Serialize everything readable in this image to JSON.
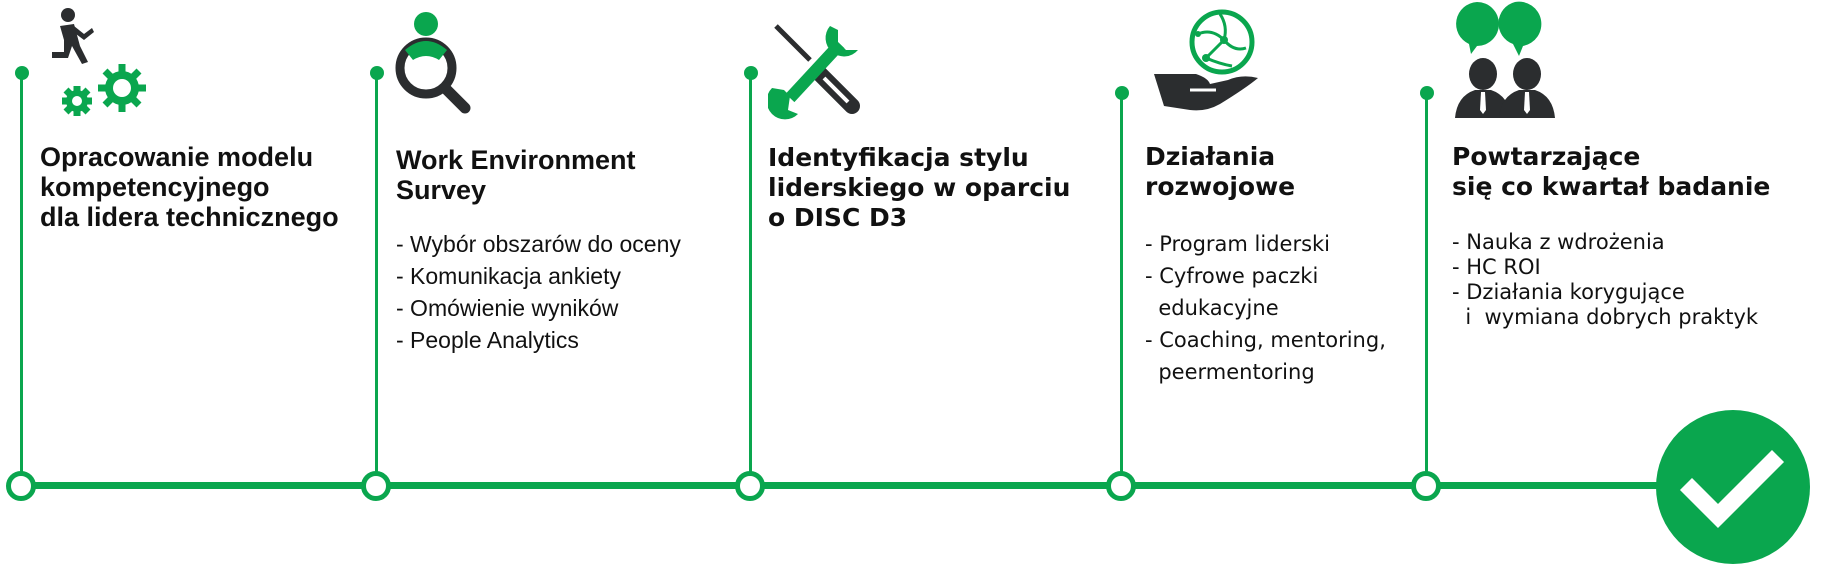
{
  "colors": {
    "accent": "#0aa64e",
    "dark": "#2b2d2f"
  },
  "steps": [
    {
      "icon": "runner-gears-icon",
      "title_lines": [
        "Opracowanie modelu",
        "kompetencyjnego",
        "dla lidera technicznego"
      ],
      "items": []
    },
    {
      "icon": "person-search-icon",
      "title_lines": [
        "Work Environment",
        "Survey"
      ],
      "items": [
        "- Wybór obszarów do oceny",
        "- Komunikacja ankiety",
        "- Omówienie wyników",
        "- People Analytics"
      ]
    },
    {
      "icon": "wrench-screwdriver-icon",
      "title_lines": [
        "Identyfikacja stylu",
        "liderskiego w oparciu",
        "o DISC D3"
      ],
      "items": []
    },
    {
      "icon": "hand-globe-icon",
      "title_lines": [
        "Działania",
        "rozwojowe"
      ],
      "items": [
        "- Program liderski",
        "- Cyfrowe paczki",
        "  edukacyjne",
        "- Coaching, mentoring,",
        "  peermentoring"
      ]
    },
    {
      "icon": "two-people-speech-icon",
      "title_lines": [
        "Powtarzające",
        "się co kwartał badanie"
      ],
      "items": [
        "- Nauka z wdrożenia",
        "- HC ROI",
        "- Działania korygujące",
        "  i  wymiana dobrych praktyk"
      ]
    }
  ],
  "finish": {
    "icon": "checkmark-icon"
  }
}
